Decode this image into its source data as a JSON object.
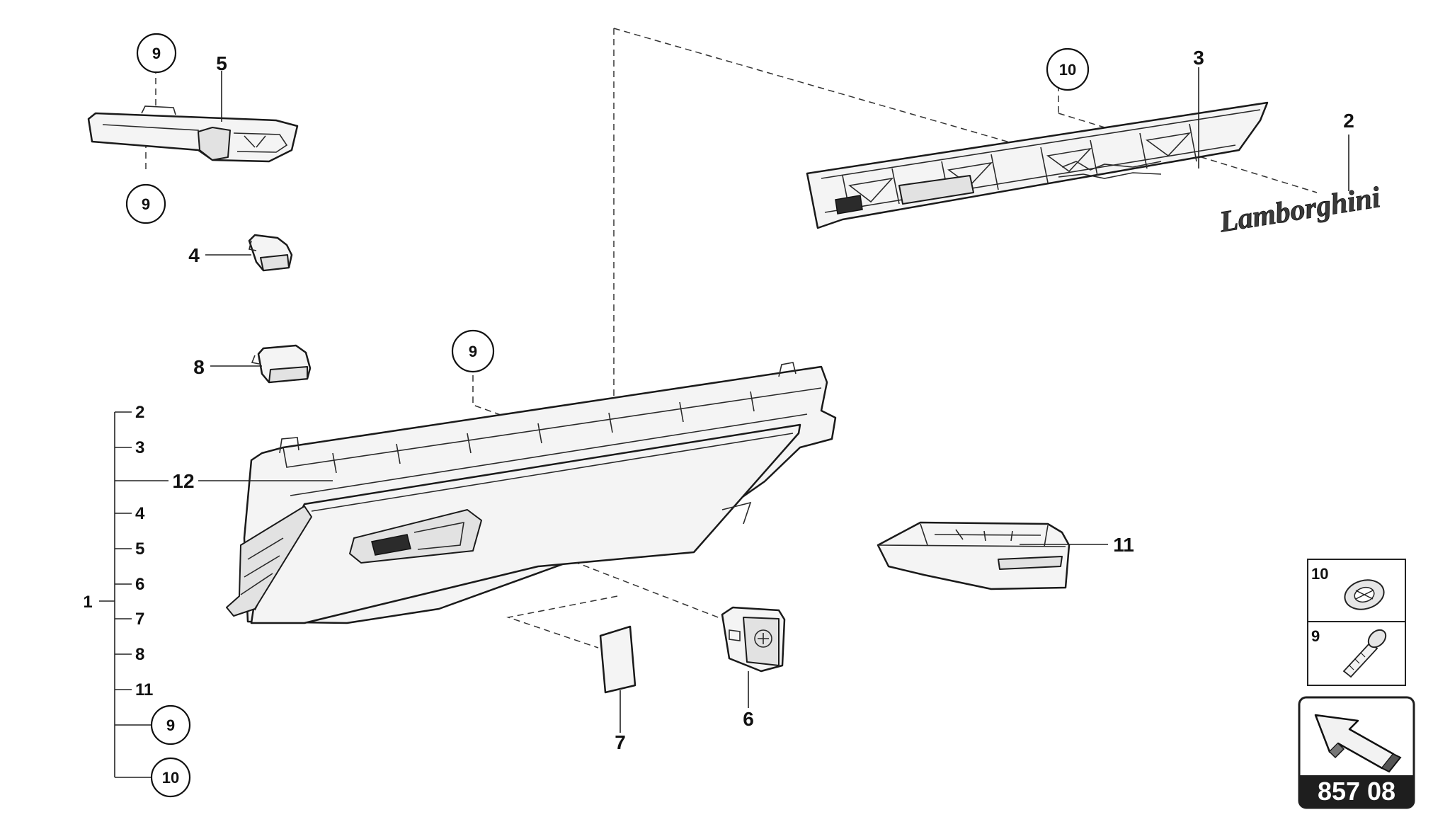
{
  "diagram": {
    "reference_code": "857 08",
    "logo_script": "Lamborghini",
    "callouts": {
      "c9_top": "9",
      "c5": "5",
      "c9_below5": "9",
      "c4": "4",
      "c8": "8",
      "c10_top": "10",
      "c3": "3",
      "c2": "2",
      "c9_center": "9",
      "c12": "12",
      "c11": "11",
      "c6": "6",
      "c7": "7"
    },
    "assembly_tree": {
      "root": "1",
      "items": [
        "2",
        "3",
        "12",
        "4",
        "5",
        "6",
        "7",
        "8",
        "11",
        "9",
        "10"
      ]
    },
    "fastener_legend": [
      {
        "number": "10",
        "icon": "clip-nut-icon"
      },
      {
        "number": "9",
        "icon": "screw-icon"
      }
    ],
    "colors": {
      "line": "#1a1a1a",
      "badge": "#1e1e1e",
      "badge_text": "#ffffff"
    }
  }
}
